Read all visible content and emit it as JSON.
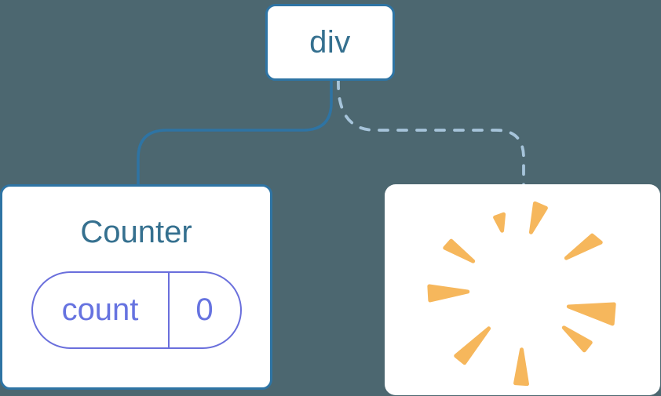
{
  "diagram": {
    "root_node": {
      "label": "div"
    },
    "counter_node": {
      "title": "Counter",
      "state": {
        "key": "count",
        "value": "0"
      }
    },
    "removed_node": {
      "icon": "poof-burst-icon"
    },
    "colors": {
      "background": "#4C6770",
      "node_fill": "#FFFFFF",
      "node_border": "#2E74A4",
      "node_text": "#35708F",
      "solid_line": "#2E74A4",
      "dashed_line": "#A6C4DA",
      "state_accent": "#6A6FDC",
      "state_text": "#6673E0",
      "burst_orange": "#F6B75C"
    }
  }
}
